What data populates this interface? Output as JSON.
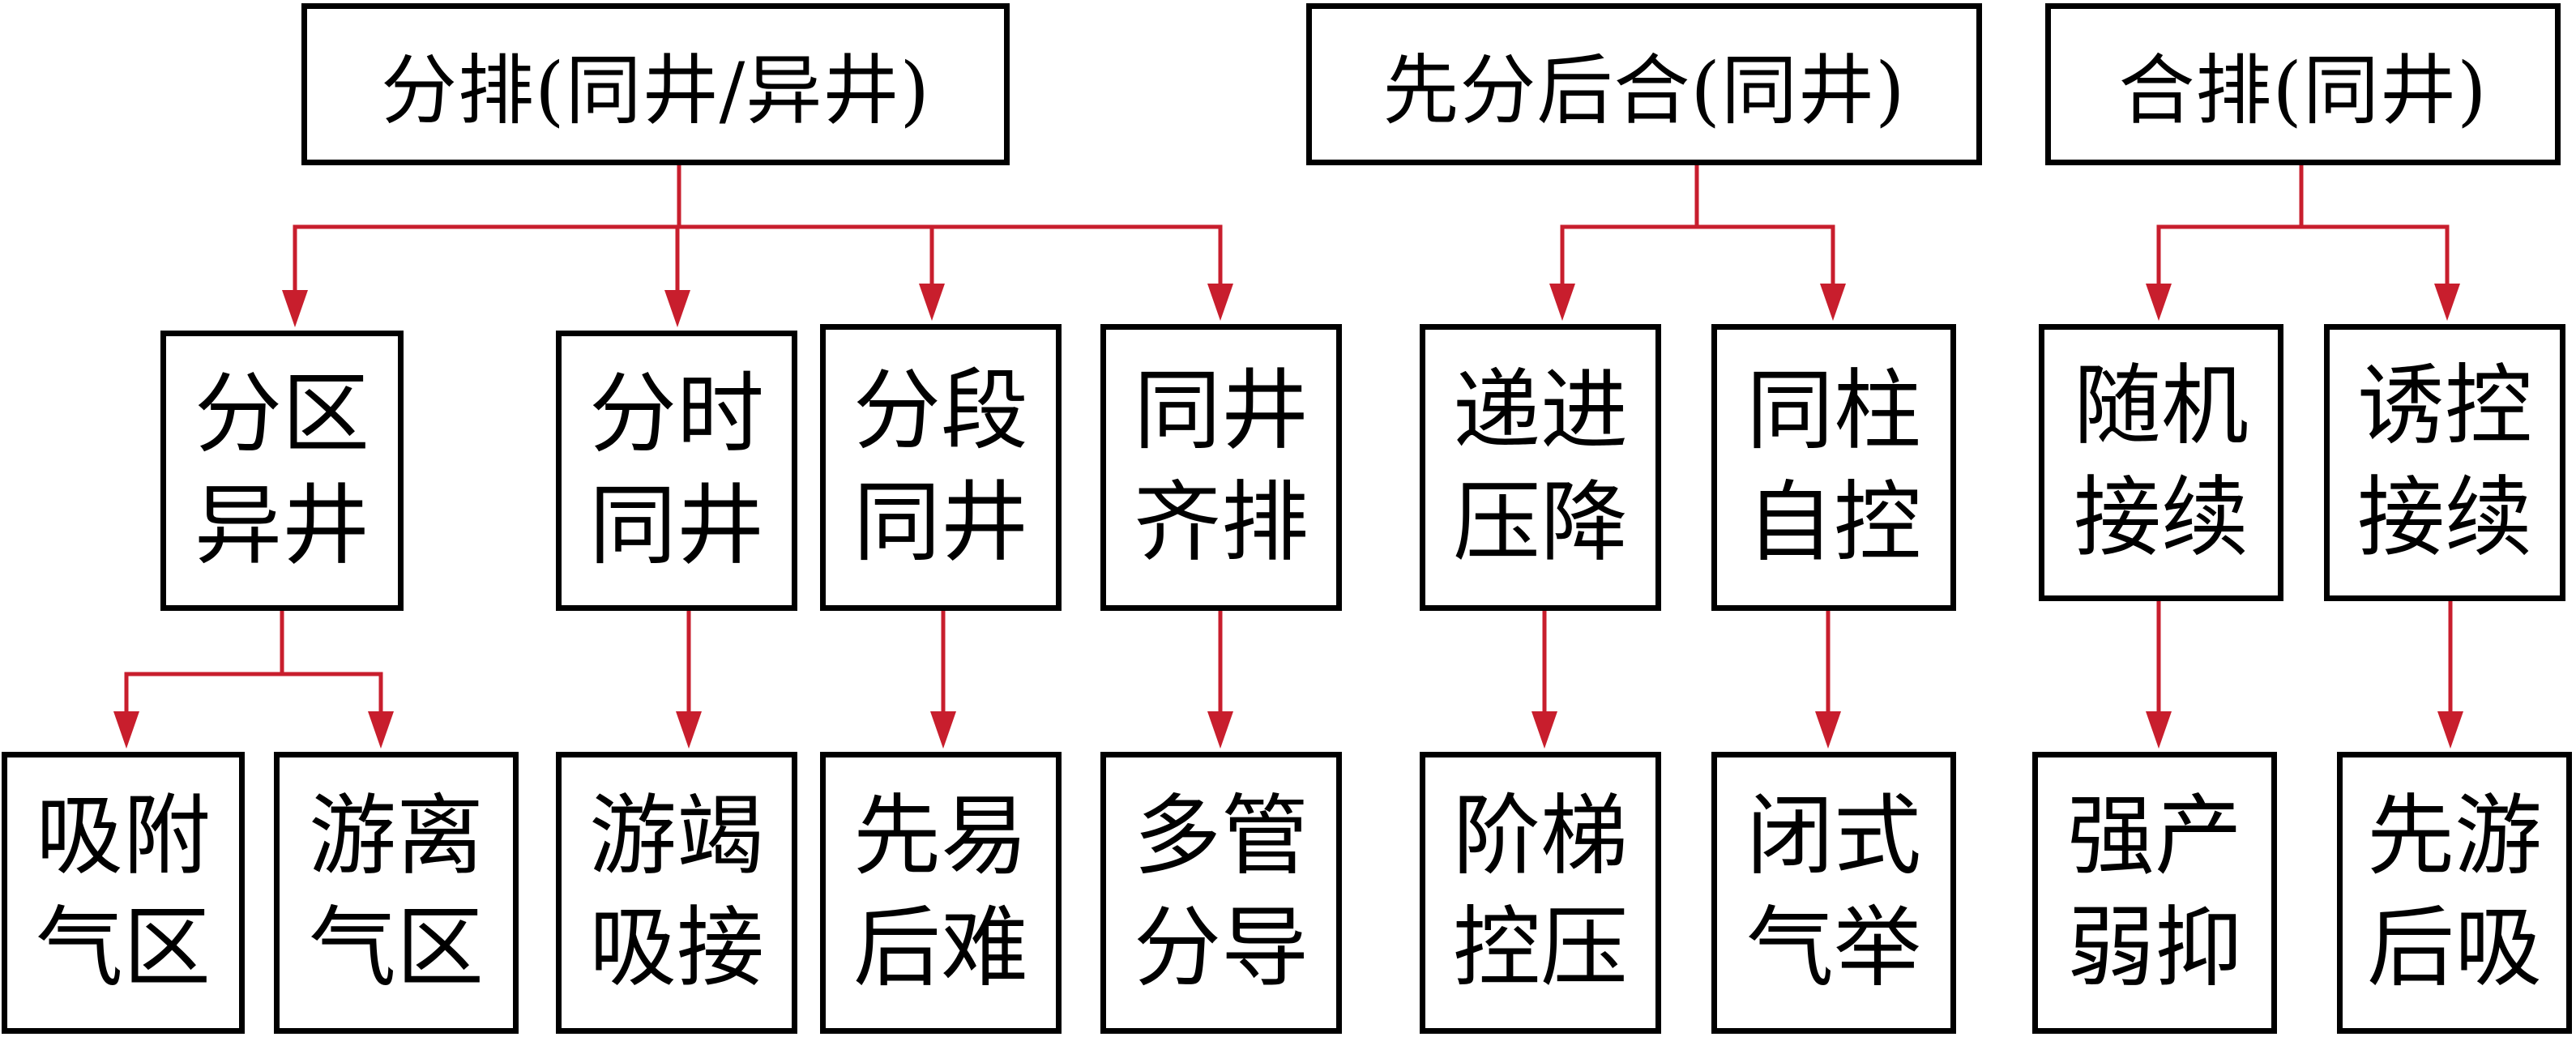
{
  "accent_color": "#c81e2d",
  "groups": [
    {
      "title": "分排(同井/异井)",
      "methods": [
        {
          "line1": "分区",
          "line2": "异井",
          "results": [
            {
              "line1": "吸附",
              "line2": "气区"
            },
            {
              "line1": "游离",
              "line2": "气区"
            }
          ]
        },
        {
          "line1": "分时",
          "line2": "同井",
          "results": [
            {
              "line1": "游竭",
              "line2": "吸接"
            }
          ]
        },
        {
          "line1": "分段",
          "line2": "同井",
          "results": [
            {
              "line1": "先易",
              "line2": "后难"
            }
          ]
        },
        {
          "line1": "同井",
          "line2": "齐排",
          "results": [
            {
              "line1": "多管",
              "line2": "分导"
            }
          ]
        }
      ]
    },
    {
      "title": "先分后合(同井)",
      "methods": [
        {
          "line1": "递进",
          "line2": "压降",
          "results": [
            {
              "line1": "阶梯",
              "line2": "控压"
            }
          ]
        },
        {
          "line1": "同柱",
          "line2": "自控",
          "results": [
            {
              "line1": "闭式",
              "line2": "气举"
            }
          ]
        }
      ]
    },
    {
      "title": "合排(同井)",
      "methods": [
        {
          "line1": "随机",
          "line2": "接续",
          "results": [
            {
              "line1": "强产",
              "line2": "弱抑"
            }
          ]
        },
        {
          "line1": "诱控",
          "line2": "接续",
          "results": [
            {
              "line1": "先游",
              "line2": "后吸"
            }
          ]
        }
      ]
    }
  ]
}
